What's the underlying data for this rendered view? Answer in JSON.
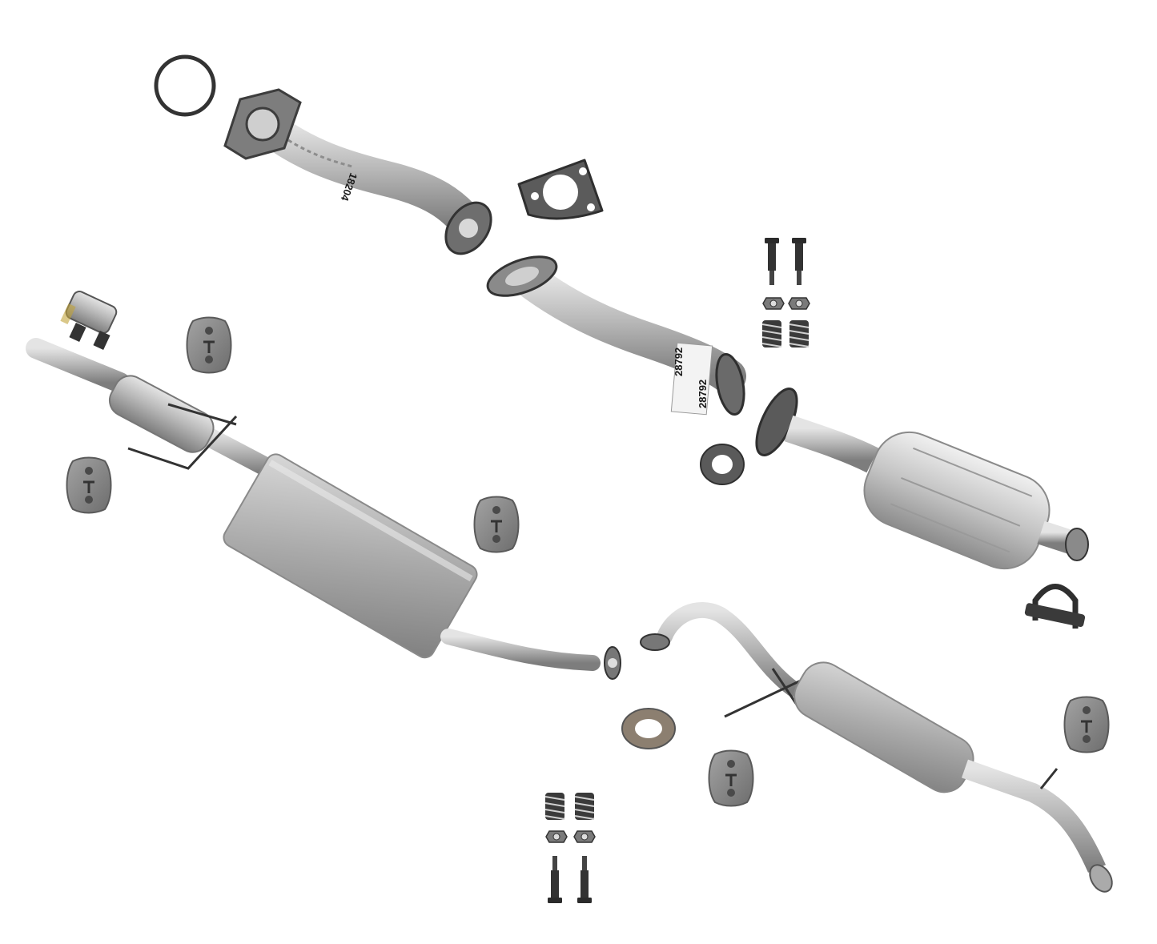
{
  "image": {
    "background_color": "#ffffff",
    "metal_color": "#b9b9b9",
    "rubber_color": "#8a8a8a",
    "hardware_color": "#2b2b2b"
  },
  "parts": {
    "front_pipe_label": "18204",
    "intermediate_pipe_label": "28792",
    "intermediate_pipe_label_2": "28792"
  }
}
